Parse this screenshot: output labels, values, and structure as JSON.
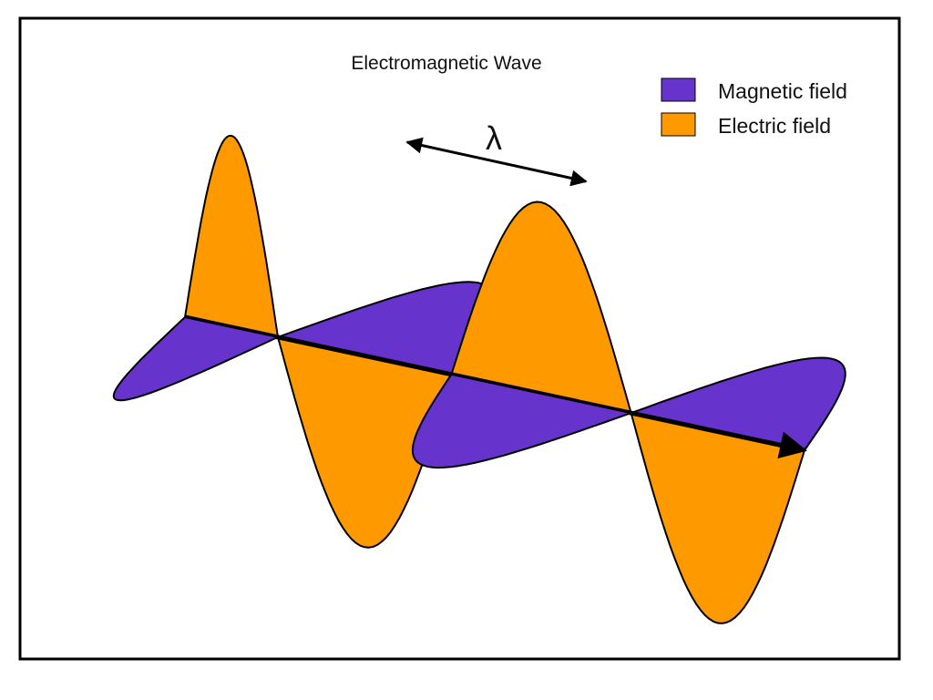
{
  "title": "Electromagnetic Wave",
  "wavelength_symbol": "λ",
  "legend": [
    {
      "label": "Magnetic field",
      "color": "#6633cc"
    },
    {
      "label": "Electric field",
      "color": "#ff9900"
    }
  ],
  "colors": {
    "magnetic": "#6633cc",
    "electric": "#ff9900",
    "outline": "#000000",
    "frame": "#000000"
  }
}
